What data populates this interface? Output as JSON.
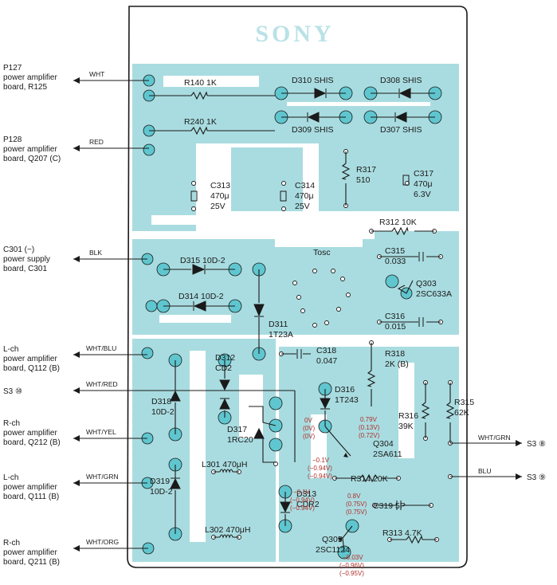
{
  "brand": "SONY",
  "external_labels": [
    {
      "id": "p127",
      "lines": [
        "P127",
        "power amplifier",
        "board, R125"
      ],
      "wire": "WHT"
    },
    {
      "id": "p128",
      "lines": [
        "P128",
        "power amplifier",
        "board, Q207 (C)"
      ],
      "wire": "RED"
    },
    {
      "id": "c301",
      "lines": [
        "C301 (−)",
        "power supply",
        "board, C301"
      ],
      "wire": "BLK"
    },
    {
      "id": "lch_q112",
      "lines": [
        "L-ch",
        "power amplifier",
        "board, Q112 (B)"
      ],
      "wire": "WHT/BLU"
    },
    {
      "id": "s3_10",
      "lines": [
        "S3 ⑩"
      ],
      "wire": "WHT/RED"
    },
    {
      "id": "rch_q212",
      "lines": [
        "R-ch",
        "power amplifier",
        "board, Q212 (B)"
      ],
      "wire": "WHT/YEL"
    },
    {
      "id": "lch_q111",
      "lines": [
        "L-ch",
        "power amplifier",
        "board, Q111 (B)"
      ],
      "wire": "WHT/GRN"
    },
    {
      "id": "rch_q211",
      "lines": [
        "R-ch",
        "power amplifier",
        "board, Q211 (B)"
      ],
      "wire": "WHT/ORG"
    }
  ],
  "right_labels": [
    {
      "id": "s3_8",
      "wire": "WHT/GRN",
      "text": "S3 ⑧"
    },
    {
      "id": "s3_9",
      "wire": "BLU",
      "text": "S3 ⑨"
    }
  ],
  "components": {
    "r140": "R140 1K",
    "r240": "R240 1K",
    "d310": "D310 SHIS",
    "d308": "D308 SHIS",
    "d309": "D309 SHIS",
    "d307": "D307 SHIS",
    "r317": [
      "R317",
      "510"
    ],
    "c317": [
      "C317",
      "470μ",
      "6.3V"
    ],
    "c313": [
      "C313",
      "470μ",
      "25V"
    ],
    "c314": [
      "C314",
      "470μ",
      "25V"
    ],
    "r312": "R312 10K",
    "tosc": "Tosc",
    "c315": [
      "C315",
      "0.033"
    ],
    "q303": [
      "Q303",
      "2SC633A"
    ],
    "d315": "D315 10D-2",
    "d314": "D314 10D-2",
    "c316": [
      "C316",
      "0.015"
    ],
    "d311": [
      "D311",
      "1T23A"
    ],
    "c318": [
      "C318",
      "0.047"
    ],
    "d312": [
      "D312",
      "CD2"
    ],
    "r318": [
      "R318",
      "2K (B)"
    ],
    "d318": [
      "D318",
      "10D-2"
    ],
    "d316": [
      "D316",
      "1T243"
    ],
    "r316": [
      "R316",
      "39K"
    ],
    "r315": [
      "R315",
      "62K"
    ],
    "d317": [
      "D317",
      "1RC20"
    ],
    "q304": [
      "Q304",
      "2SA611"
    ],
    "l301": "L301 470μH",
    "r314": "R314 20K",
    "d319": [
      "D319",
      "10D-2"
    ],
    "d313": [
      "D313",
      "CDR2"
    ],
    "c319": "C319 5P",
    "r313": "R313 4.7K",
    "l302": "L302 470μH",
    "q305": [
      "Q305",
      "2SC1124"
    ]
  },
  "voltages": {
    "q304_left": [
      "0V",
      "(0V)",
      "(0V)"
    ],
    "q304_top": [
      "0.79V",
      "(0.13V)",
      "(0.72V)"
    ],
    "q304_bottom": [
      "−0.1V",
      "(−0.94V)",
      "(−0.94V)"
    ],
    "q305_left": [
      "−0.1V",
      "(−0.94V)",
      "(−0.94V)"
    ],
    "q305_top": [
      "0.8V",
      "(0.75V)",
      "(0.75V)"
    ],
    "q305_bottom": [
      "−0.03V",
      "(−0.96V)",
      "(−0.95V)"
    ]
  },
  "colors": {
    "board": "#a9dce0",
    "pad": "#5fc6cf",
    "ink": "#1a1a1a",
    "voltage_red": "#b0302a"
  }
}
